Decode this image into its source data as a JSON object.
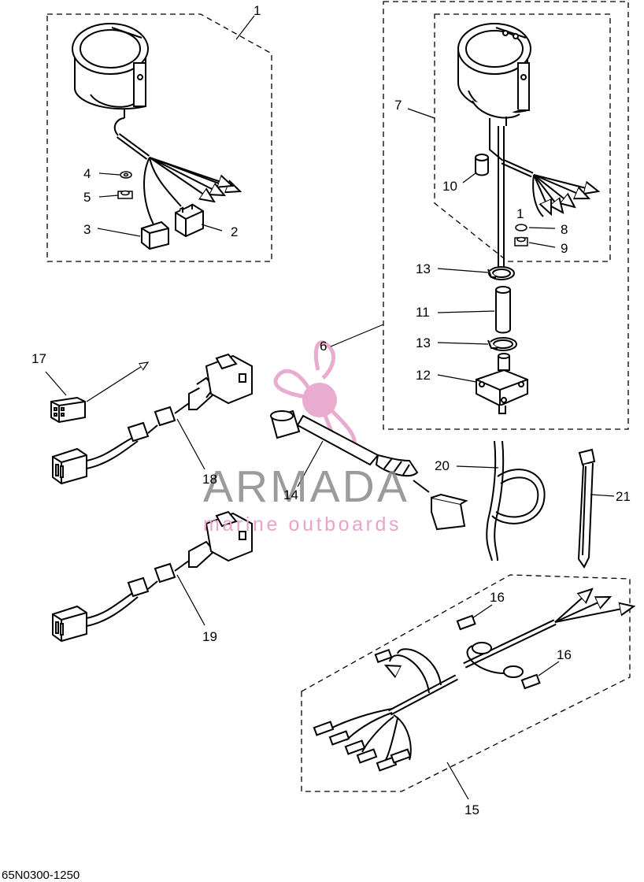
{
  "callouts": {
    "c1": "1",
    "c2": "2",
    "c3": "3",
    "c4": "4",
    "c5": "5",
    "c6": "6",
    "c7": "7",
    "c8": "8",
    "c9": "9",
    "c10": "10",
    "c11": "11",
    "c12": "12",
    "c13a": "13",
    "c13b": "13",
    "c14": "14",
    "c15": "15",
    "c16a": "16",
    "c16b": "16",
    "c17": "17",
    "c18": "18",
    "c19": "19",
    "c20": "20",
    "c21": "21",
    "c1b": "1"
  },
  "watermark": {
    "brand": "ARMADA",
    "tagline": "marine outboards",
    "pink": "#e7a3c9"
  },
  "footer": {
    "code": "65N0300-1250"
  }
}
